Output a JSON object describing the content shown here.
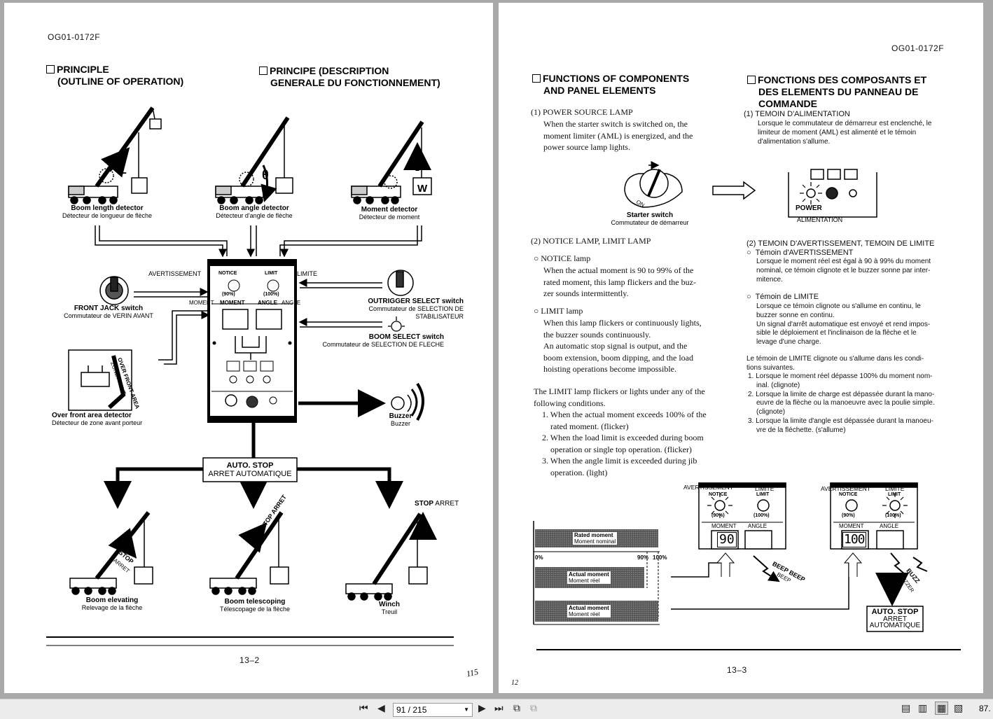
{
  "left": {
    "doc_id": "OG01-0172F",
    "title_en_1": "PRINCIPLE",
    "title_en_2": "(OUTLINE OF OPERATION)",
    "title_fr_1": "PRINCIPE (DESCRIPTION",
    "title_fr_2": "GENERALE DU FONCTIONNEMENT)",
    "detectors": [
      {
        "label": "Boom length detector",
        "label_fr": "Détecteur de longueur de flèche"
      },
      {
        "label": "Boom angle detector",
        "label_fr": "Détecteur d'angle de flèche"
      },
      {
        "label": "Moment detector",
        "label_fr": "Détecteur de moment"
      }
    ],
    "symbol_L": "L",
    "symbol_theta": "θ",
    "symbol_W": "W",
    "panel": {
      "avertissement": "AVERTISSEMENT",
      "limite": "LIMITE",
      "notice": "NOTICE",
      "limit": "LIMIT",
      "notice_pct": "(90%)",
      "limit_pct": "(100%)",
      "moment_fr": "MOMENT",
      "moment_en": "MOMENT",
      "angle_en": "ANGLE",
      "angle_fr": "ANGLE"
    },
    "front_jack": "FRONT JACK switch",
    "front_jack_fr": "Commutateur de VERIN AVANT",
    "outrigger": "OUTRIGGER SELECT switch",
    "outrigger_fr_1": "Commutateur de SELECTION DE",
    "outrigger_fr_2": "STABILISATEUR",
    "boom_select": "BOOM SELECT switch",
    "boom_select_fr": "Commutateur de SELECTION DE FLECHE",
    "over_front": "Over front area detector",
    "over_front_fr": "Détecteur de zone avant porteur",
    "over_front_tag_1": "OVER FRONT AREA",
    "over_front_tag_2": "ZONE AVANT",
    "buzzer": "Buzzer",
    "buzzer_fr": "Buzzer",
    "auto_stop": "AUTO. STOP",
    "auto_stop_fr": "ARRET AUTOMATIQUE",
    "stop": "STOP",
    "arret": "ARRET",
    "stop_arret": "STOP ARRET",
    "results": [
      {
        "label": "Boom elevating",
        "label_fr": "Relevage de la flèche"
      },
      {
        "label": "Boom telescoping",
        "label_fr": "Télescopage de la flèche"
      },
      {
        "label": "Winch",
        "label_fr": "Treuil"
      }
    ],
    "page_number": "13–2",
    "handwritten": "115"
  },
  "right": {
    "doc_id": "OG01-0172F",
    "title_en_1": "FUNCTIONS OF COMPONENTS",
    "title_en_2": "AND PANEL ELEMENTS",
    "title_fr_1": "FONCTIONS DES COMPOSANTS ET",
    "title_fr_2": "DES ELEMENTS DU PANNEAU DE",
    "title_fr_3": "COMMANDE",
    "s1_title": "(1) POWER SOURCE LAMP",
    "s1_text_1": "When the starter switch is switched on, the",
    "s1_text_2": "moment limiter (AML) is energized, and the",
    "s1_text_3": "power source lamp lights.",
    "s1_title_fr": "(1)  TEMOIN D'ALIMENTATION",
    "s1_text_fr_1": "Lorsque le commutateur de démarreur est enclenché, le",
    "s1_text_fr_2": "limiteur de moment (AML) est alimenté et le témoin",
    "s1_text_fr_3": "d'alimentation s'allume.",
    "starter_on": "ON",
    "starter": "Starter switch",
    "starter_fr": "Commutateur de démarreur",
    "power": "POWER",
    "power_fr": "ALIMENTATION",
    "s2_title": "(2) NOTICE LAMP, LIMIT LAMP",
    "notice_lamp": "NOTICE lamp",
    "notice_text": [
      "When the actual moment is 90 to 99% of the",
      "rated moment, this lamp flickers and the buz-",
      "zer sounds intermittently."
    ],
    "limit_lamp": "LIMIT lamp",
    "limit_text": [
      "When this lamp flickers or continuously lights,",
      "the buzzer sounds continuously.",
      "An automatic stop signal is output, and the",
      "boom extension, boom dipping, and the load",
      "hoisting operations become impossible."
    ],
    "cond_intro": [
      "The LIMIT lamp flickers or lights under any of the",
      "following conditions."
    ],
    "conditions": [
      [
        "1. When the actual moment exceeds 100% of the",
        "rated moment. (flicker)"
      ],
      [
        "2. When the load limit is exceeded during boom",
        "operation or single top operation. (flicker)"
      ],
      [
        "3. When the angle limit is exceeded during jib",
        "operation. (light)"
      ]
    ],
    "s2_title_fr": "(2) TEMOIN D'AVERTISSEMENT, TEMOIN DE LIMITE",
    "notice_lamp_fr": "Témoin d'AVERTISSEMENT",
    "notice_text_fr": [
      "Lorsque le moment réel est égal à 90 à 99% du moment",
      "nominal, ce témoin clignote et le buzzer sonne par inter-",
      "mitence."
    ],
    "limit_lamp_fr": "Témoin de LIMITE",
    "limit_text_fr": [
      "Lorsque ce témoin clignote ou s'allume en continu, le",
      "buzzer sonne en continu.",
      "Un signal d'arrêt automatique est envoyé et rend impos-",
      "sible le déploiement et l'inclinaison de la flèche et le",
      "levage d'une charge."
    ],
    "cond_intro_fr": [
      "Le témoin de LIMITE clignote ou s'allume dans les condi-",
      "tions suivantes."
    ],
    "conditions_fr": [
      [
        "1. Lorsque le moment réel dépasse 100% du moment nom-",
        "inal. (clignote)"
      ],
      [
        "2. Lorsque la limite de charge est dépassée durant la mano-",
        "euvre de la flèche ou la manoeuvre avec la poulie simple.",
        "(clignote)"
      ],
      [
        "3. Lorsque la limite d'angle est dépassée durant la manoeu-",
        "vre de la fléchette. (s'allume)"
      ]
    ],
    "graph": {
      "rated": "Rated moment",
      "rated_fr": "Moment nominal",
      "zero": "0%",
      "pct90": "90%",
      "pct100": "100%",
      "actual": "Actual moment",
      "actual_fr": "Moment réel"
    },
    "panel": {
      "avertissement": "AVERTISSEMENT",
      "limite": "LIMITE",
      "notice": "NOTICE",
      "limit": "LIMIT",
      "notice_pct": "(90%)",
      "limit_pct": "(100%)",
      "moment": "MOMENT",
      "angle": "ANGLE",
      "display_1": "90",
      "display_2": "100"
    },
    "beep": "BEEP BEEP",
    "beep_small": "BEEP",
    "buzz": "BUZZ",
    "buzzer_fr": "BUZZER",
    "auto_stop": "AUTO. STOP",
    "auto_stop_fr_1": "ARRET",
    "auto_stop_fr_2": "AUTOMATIQUE",
    "page_number": "13–3",
    "handwritten": "12"
  },
  "viewer": {
    "page_indicator": "91 / 215",
    "zoom": "87."
  }
}
